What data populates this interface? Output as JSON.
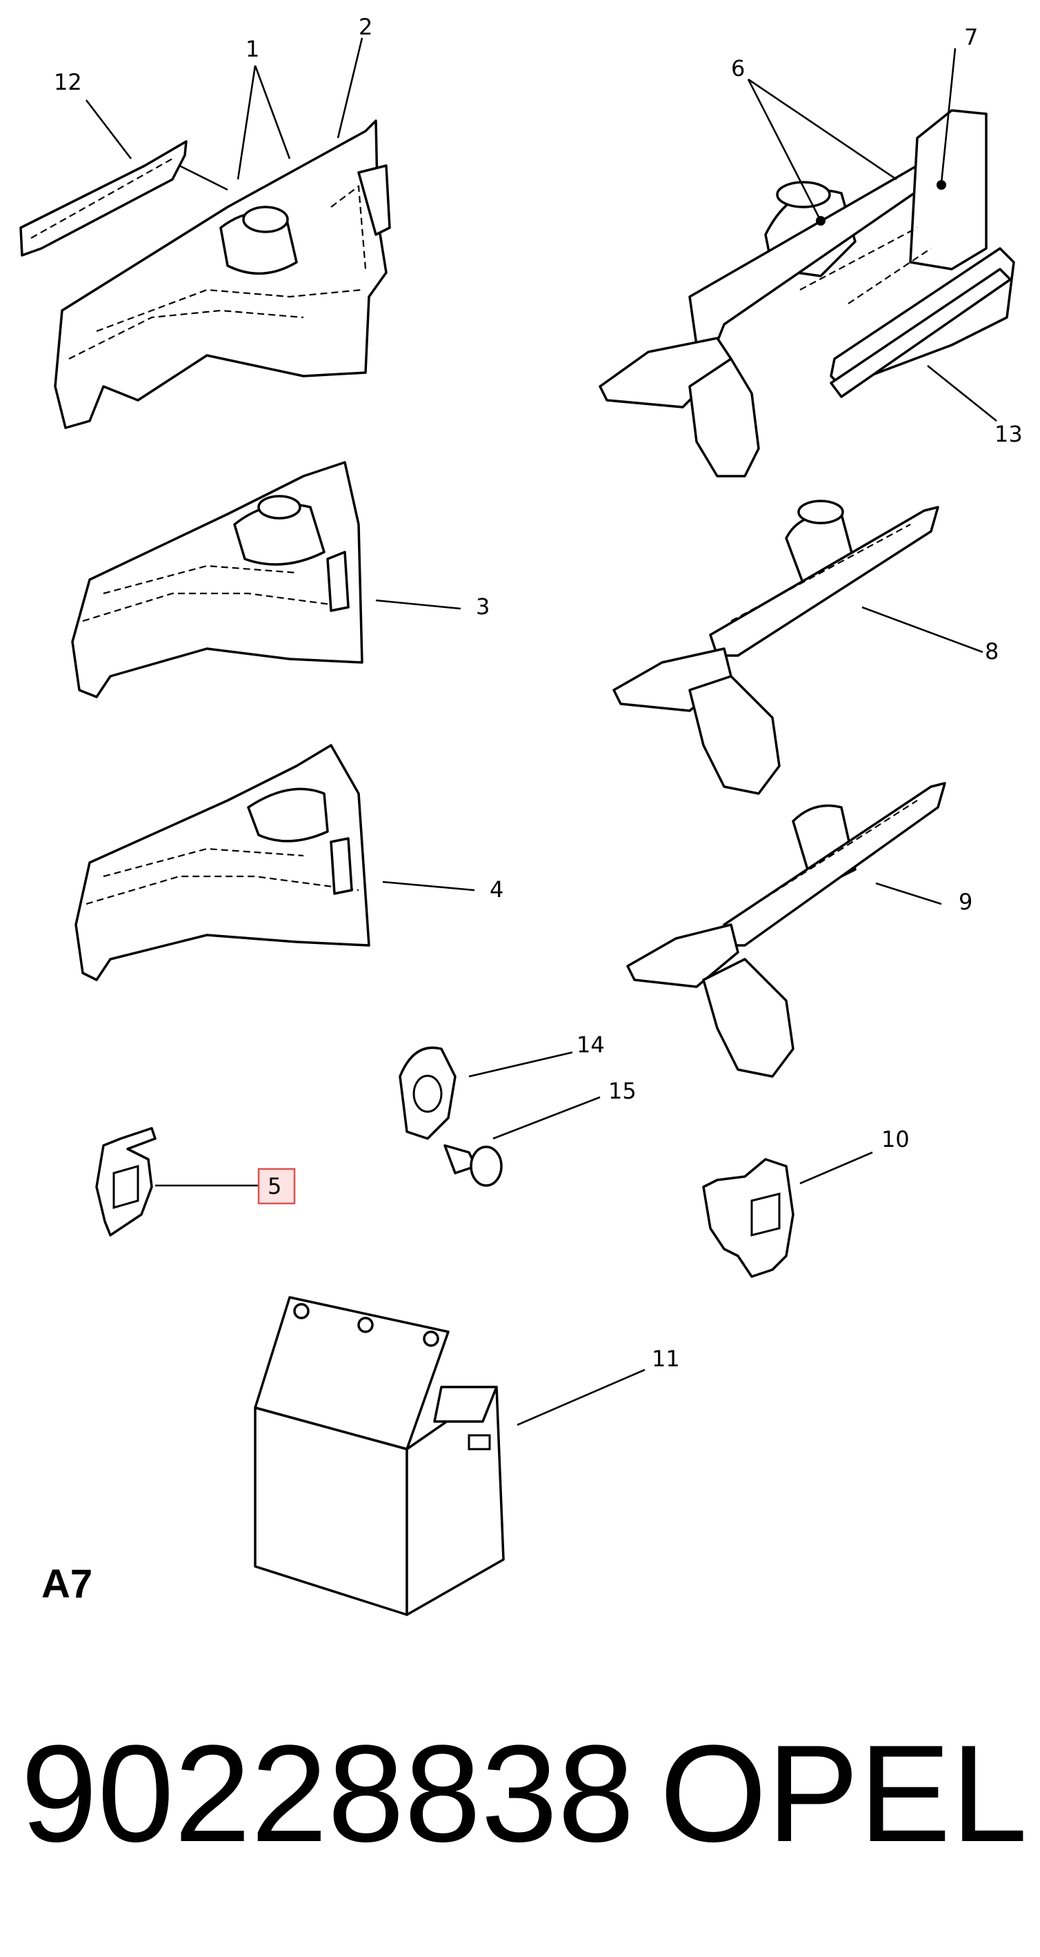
{
  "diagram": {
    "page_code": "A7",
    "callouts": {
      "c1": "1",
      "c2": "2",
      "c3": "3",
      "c4": "4",
      "c5": "5",
      "c6": "6",
      "c7": "7",
      "c8": "8",
      "c9": "9",
      "c10": "10",
      "c11": "11",
      "c12": "12",
      "c13": "13",
      "c14": "14",
      "c15": "15"
    },
    "highlighted_callout": "5",
    "highlight_color": "#d9534f"
  },
  "footer": {
    "part_number": "90228838",
    "brand": "OPEL"
  }
}
